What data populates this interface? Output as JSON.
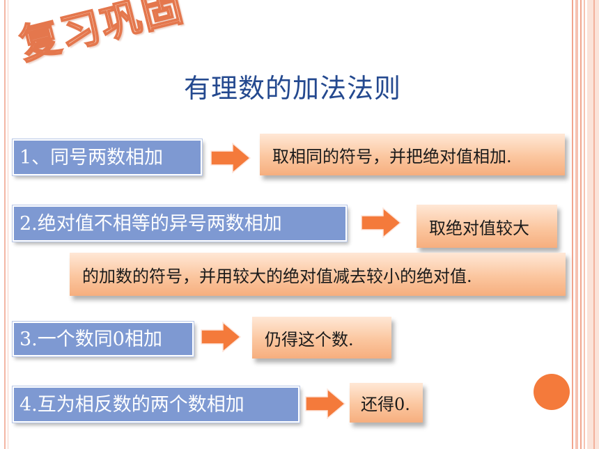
{
  "stamp": {
    "text": "复习巩固"
  },
  "title": "有理数的加法法则",
  "rules": [
    {
      "label": "1、同号两数相加",
      "result": "取相同的符号，并把绝对值相加."
    },
    {
      "label": "2.绝对值不相等的异号两数相加",
      "result": "取绝对值较大",
      "result_cont": "的加数的符号，并用较大的绝对值减去较小的绝对值."
    },
    {
      "label": "3.一个数同0相加",
      "result": "仍得这个数."
    },
    {
      "label": "4.互为相反数的两个数相加",
      "result": "还得0."
    }
  ],
  "colors": {
    "title": "#24498f",
    "rule_box": "#7e99d2",
    "arrow": "#f47a3b",
    "result_box": "#fbc69f",
    "stamp_outline": "#e4774d"
  },
  "icons": [
    "arrow-right-icon",
    "orange-circle-decoration"
  ]
}
